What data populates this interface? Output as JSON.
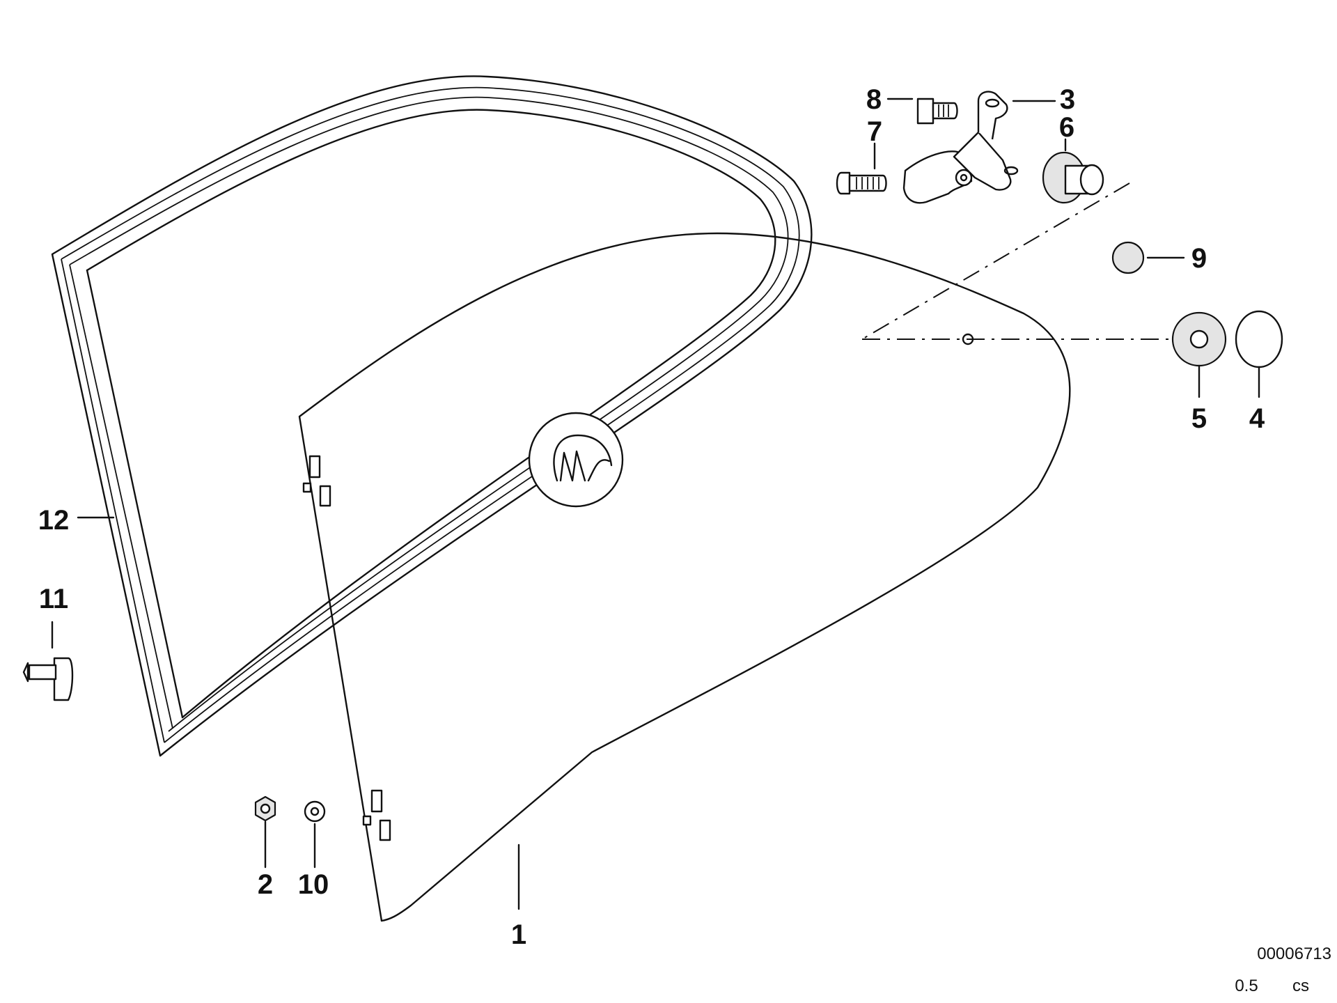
{
  "diagram": {
    "callouts": [
      {
        "id": "1",
        "label": "1"
      },
      {
        "id": "2",
        "label": "2"
      },
      {
        "id": "3",
        "label": "3"
      },
      {
        "id": "4",
        "label": "4"
      },
      {
        "id": "5",
        "label": "5"
      },
      {
        "id": "6",
        "label": "6"
      },
      {
        "id": "7",
        "label": "7"
      },
      {
        "id": "8",
        "label": "8"
      },
      {
        "id": "9",
        "label": "9"
      },
      {
        "id": "10",
        "label": "10"
      },
      {
        "id": "11",
        "label": "11"
      },
      {
        "id": "12",
        "label": "12"
      }
    ],
    "drawing_number": "00006713",
    "scale": "0.5",
    "suffix": "cs"
  }
}
